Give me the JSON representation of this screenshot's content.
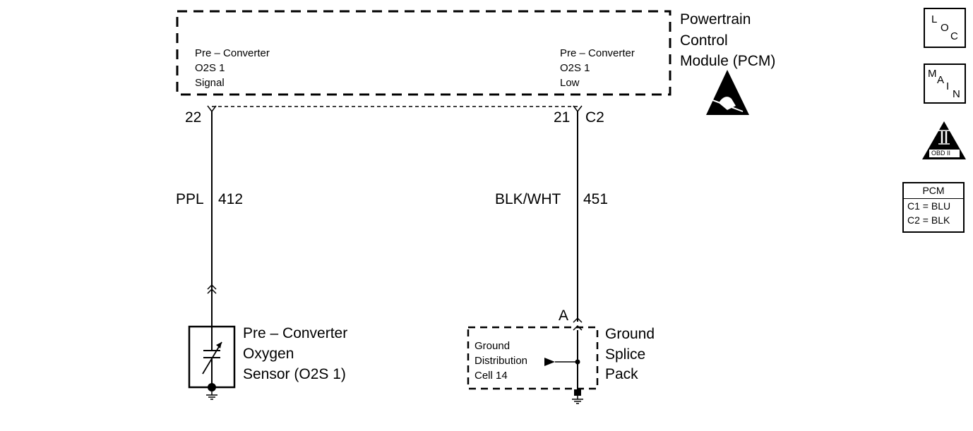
{
  "pcm": {
    "title_line1": "Powertrain",
    "title_line2": "Control",
    "title_line3": "Module (PCM)",
    "left_label": [
      "Pre – Converter",
      "O2S 1",
      "Signal"
    ],
    "right_label": [
      "Pre – Converter",
      "O2S 1",
      "Low"
    ]
  },
  "pins": {
    "left_pin": "22",
    "right_pin": "21",
    "right_connector": "C2"
  },
  "wires": {
    "left_color": "PPL",
    "left_circuit": "412",
    "right_color": "BLK/WHT",
    "right_circuit": "451"
  },
  "sensor": {
    "line1": "Pre – Converter",
    "line2": "Oxygen",
    "line3": "Sensor (O2S 1)"
  },
  "splice": {
    "connector": "A",
    "title": [
      "Ground",
      "Splice",
      "Pack"
    ],
    "inner": [
      "Ground",
      "Distribution",
      "Cell 14"
    ]
  },
  "legend": {
    "loc": [
      "L",
      "O",
      "C"
    ],
    "main": [
      "M",
      "A",
      "I",
      "N"
    ],
    "obd_numeral": "II",
    "obd_text": "OBD II",
    "pcm_table": {
      "header": "PCM",
      "rows": [
        "C1 = BLU",
        "C2 = BLK"
      ]
    }
  }
}
